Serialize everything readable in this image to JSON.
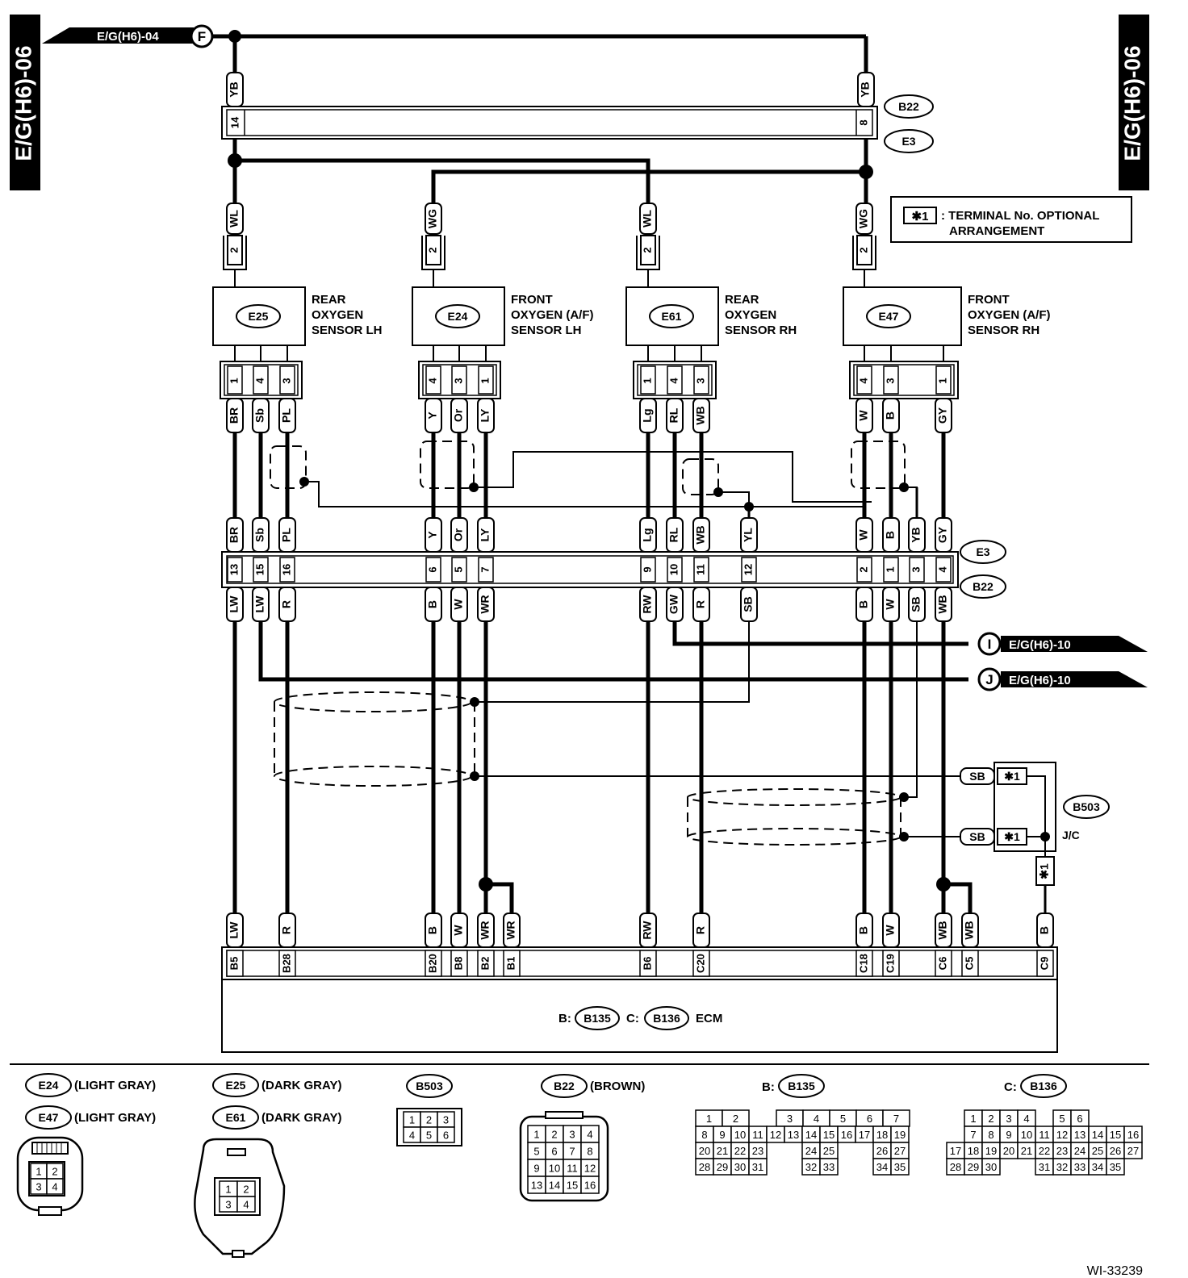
{
  "side_labels": {
    "left": "E/G(H6)-06",
    "right": "E/G(H6)-06"
  },
  "offpage": {
    "top": {
      "text": "E/G(H6)-04",
      "marker": "F"
    },
    "i": {
      "text": "E/G(H6)-10",
      "marker": "I"
    },
    "j": {
      "text": "E/G(H6)-10",
      "marker": "J"
    }
  },
  "legend": {
    "symbol": "✱1",
    "line1": ": TERMINAL No. OPTIONAL",
    "line2": "ARRANGEMENT"
  },
  "top_connectors": {
    "upper": "B22",
    "lower": "E3"
  },
  "top_pins": {
    "left": "14",
    "right": "8"
  },
  "top_wires": {
    "left": "YB",
    "right": "YB"
  },
  "mid_connectors": {
    "upper": "E3",
    "lower": "B22"
  },
  "sensors": [
    {
      "id": "E25",
      "name": [
        "REAR",
        "OXYGEN",
        "SENSOR LH"
      ],
      "feed_wire": "WL",
      "feed_pin": "2",
      "pins": [
        "1",
        "4",
        "3"
      ],
      "wires": [
        "BR",
        "Sb",
        "PL"
      ]
    },
    {
      "id": "E24",
      "name": [
        "FRONT",
        "OXYGEN (A/F)",
        "SENSOR LH"
      ],
      "feed_wire": "WG",
      "feed_pin": "2",
      "pins": [
        "4",
        "3",
        "1"
      ],
      "wires": [
        "Y",
        "Or",
        "LY"
      ]
    },
    {
      "id": "E61",
      "name": [
        "REAR",
        "OXYGEN",
        "SENSOR RH"
      ],
      "feed_wire": "WL",
      "feed_pin": "2",
      "pins": [
        "1",
        "4",
        "3"
      ],
      "wires": [
        "Lg",
        "RL",
        "WB"
      ]
    },
    {
      "id": "E47",
      "name": [
        "FRONT",
        "OXYGEN (A/F)",
        "SENSOR RH"
      ],
      "feed_wire": "WG",
      "feed_pin": "2",
      "pins": [
        "4",
        "3",
        "1"
      ],
      "wires": [
        "W",
        "B",
        "GY"
      ]
    }
  ],
  "mid_wires_upper": [
    "BR",
    "Sb",
    "PL",
    "Y",
    "Or",
    "LY",
    "Lg",
    "RL",
    "WB",
    "YL",
    "W",
    "B",
    "YB",
    "GY"
  ],
  "mid_pins": [
    "13",
    "15",
    "16",
    "6",
    "5",
    "7",
    "9",
    "10",
    "11",
    "12",
    "2",
    "1",
    "3",
    "4"
  ],
  "mid_wires_lower": [
    "LW",
    "LW",
    "R",
    "B",
    "W",
    "WR",
    "RW",
    "GW",
    "R",
    "SB",
    "B",
    "W",
    "SB",
    "WB"
  ],
  "jc": {
    "id": "B503",
    "type": "J/C",
    "wire_upper": "SB",
    "wire_lower": "SB",
    "pin_upper": "✱1",
    "pin_lower": "✱1",
    "pin_down": "✱1"
  },
  "ecm": {
    "label_b": "B:",
    "conn_b": "B135",
    "label_c": "C:",
    "conn_c": "B136",
    "name": "ECM",
    "wires": [
      "LW",
      "R",
      "B",
      "W",
      "WR",
      "WR",
      "RW",
      "R",
      "B",
      "W",
      "WB",
      "WB",
      "B"
    ],
    "pins": [
      "B5",
      "B28",
      "B20",
      "B8",
      "B2",
      "B1",
      "B6",
      "C20",
      "C18",
      "C19",
      "C6",
      "C5",
      "C9"
    ]
  },
  "connector_views": [
    {
      "ids": [
        "E24",
        "E47"
      ],
      "colors": [
        "(LIGHT GRAY)",
        "(LIGHT GRAY)"
      ],
      "pins": [
        "1",
        "2",
        "3",
        "4"
      ]
    },
    {
      "ids": [
        "E25",
        "E61"
      ],
      "colors": [
        "(DARK GRAY)",
        "(DARK GRAY)"
      ],
      "pins": [
        "1",
        "2",
        "3",
        "4"
      ]
    },
    {
      "id": "B503",
      "pins": [
        "1",
        "2",
        "3",
        "4",
        "5",
        "6"
      ]
    },
    {
      "id": "B22",
      "color": "(BROWN)",
      "pins": [
        "1",
        "2",
        "3",
        "4",
        "5",
        "6",
        "7",
        "8",
        "9",
        "10",
        "11",
        "12",
        "13",
        "14",
        "15",
        "16"
      ]
    },
    {
      "prefix": "B:",
      "id": "B135",
      "rows": [
        [
          "1",
          "2",
          "",
          "",
          "3",
          "4",
          "5",
          "6",
          "7"
        ],
        [
          "8",
          "9",
          "10",
          "11",
          "12",
          "13",
          "14",
          "15",
          "16",
          "17",
          "18",
          "19"
        ],
        [
          "20",
          "21",
          "22",
          "23",
          "",
          "",
          "24",
          "25",
          "",
          "",
          "26",
          "27"
        ],
        [
          "28",
          "29",
          "30",
          "31",
          "",
          "",
          "32",
          "33",
          "",
          "",
          "34",
          "35"
        ]
      ]
    },
    {
      "prefix": "C:",
      "id": "B136",
      "rows": [
        [
          "",
          "1",
          "2",
          "3",
          "4",
          "",
          "5",
          "6"
        ],
        [
          "",
          "7",
          "8",
          "9",
          "10",
          "11",
          "12",
          "13",
          "14",
          "15",
          "16"
        ],
        [
          "17",
          "18",
          "19",
          "20",
          "21",
          "22",
          "23",
          "24",
          "25",
          "26",
          "27"
        ],
        [
          "28",
          "29",
          "30",
          "",
          "",
          "31",
          "32",
          "33",
          "34",
          "35"
        ]
      ]
    }
  ],
  "figure_id": "WI-33239"
}
